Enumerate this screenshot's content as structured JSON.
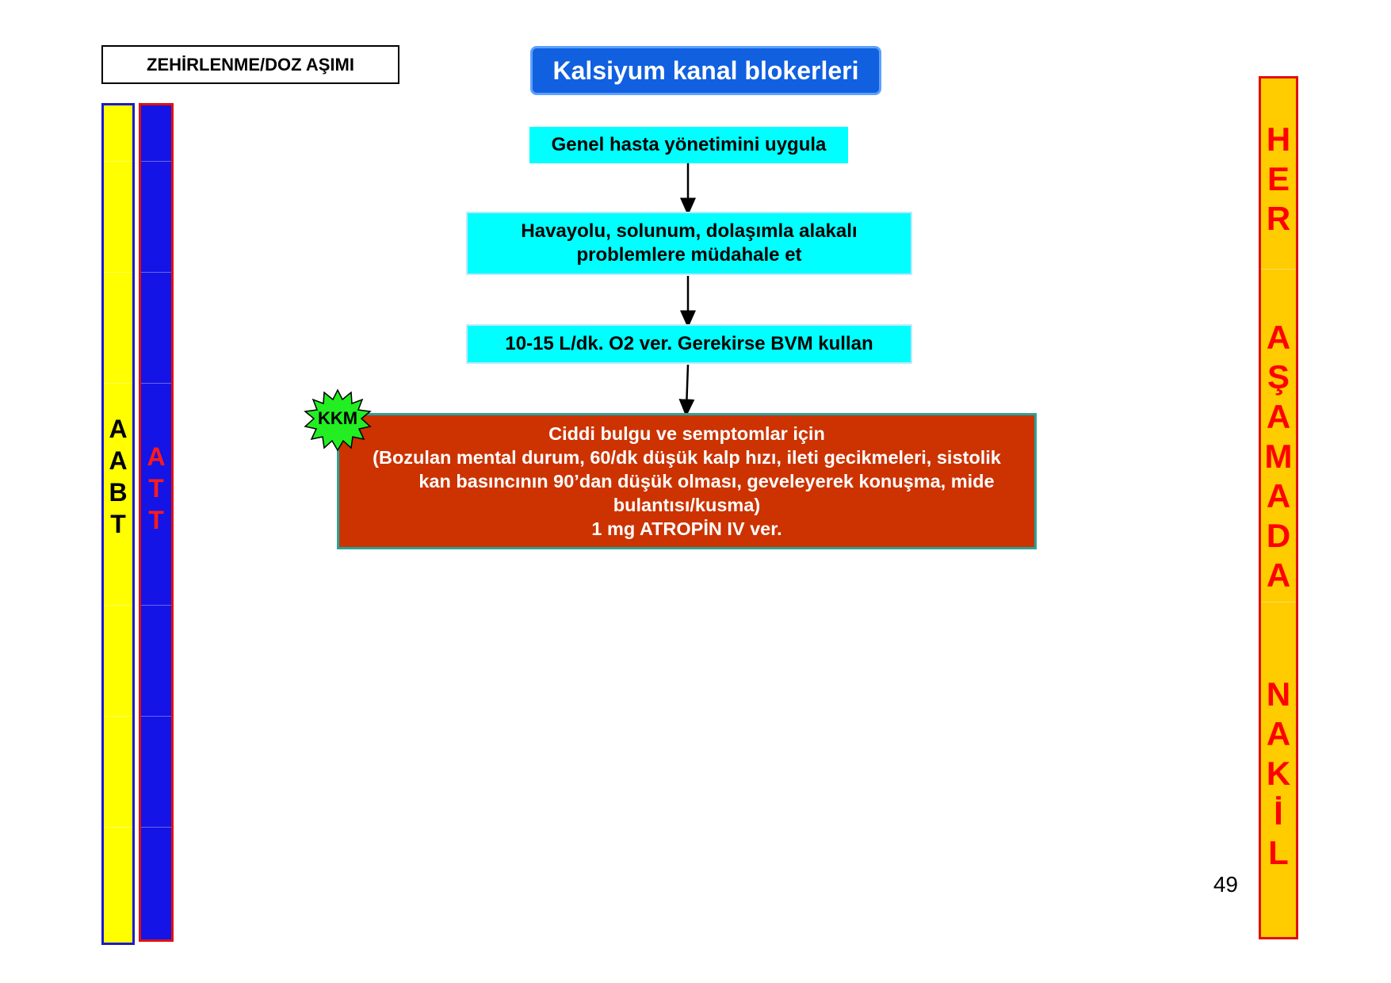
{
  "header": {
    "label": "ZEHİRLENME/DOZ AŞIMI"
  },
  "title": "Kalsiyum kanal blokerleri",
  "left_bars": {
    "abt": [
      "A",
      "A",
      "B",
      "T"
    ],
    "att": [
      "A",
      "T",
      "T"
    ]
  },
  "right_bar": {
    "letters": [
      "H",
      "E",
      "R",
      "",
      "",
      "A",
      "Ş",
      "A",
      "M",
      "A",
      "D",
      "A",
      "",
      "",
      "N",
      "A",
      "K",
      "İ",
      "L"
    ]
  },
  "flow": {
    "step1": "Genel hasta yönetimini uygula",
    "step2": [
      "Havayolu, solunum, dolaşımla alakalı",
      "problemlere müdahale et"
    ],
    "step3": "10-15 L/dk. O2 ver. Gerekirse BVM kullan",
    "step4": [
      "Ciddi bulgu ve semptomlar için",
      "(Bozulan mental durum, 60/dk düşük kalp hızı, ileti gecikmeleri, sistolik",
      "kan basıncının 90’dan düşük olması, geveleyerek konuşma, mide",
      "bulantısı/kusma)",
      "1 mg ATROPİN IV ver."
    ],
    "badge": "KKM"
  },
  "page_number": "49",
  "colors": {
    "title_bg": "#1060e0",
    "cyan": "#00ffff",
    "red_box": "#cc3300",
    "yellow_bar": "#ffff00",
    "blue_bar": "#1414e6",
    "orange_bar": "#ffcc00",
    "badge_green": "#22ee22"
  }
}
